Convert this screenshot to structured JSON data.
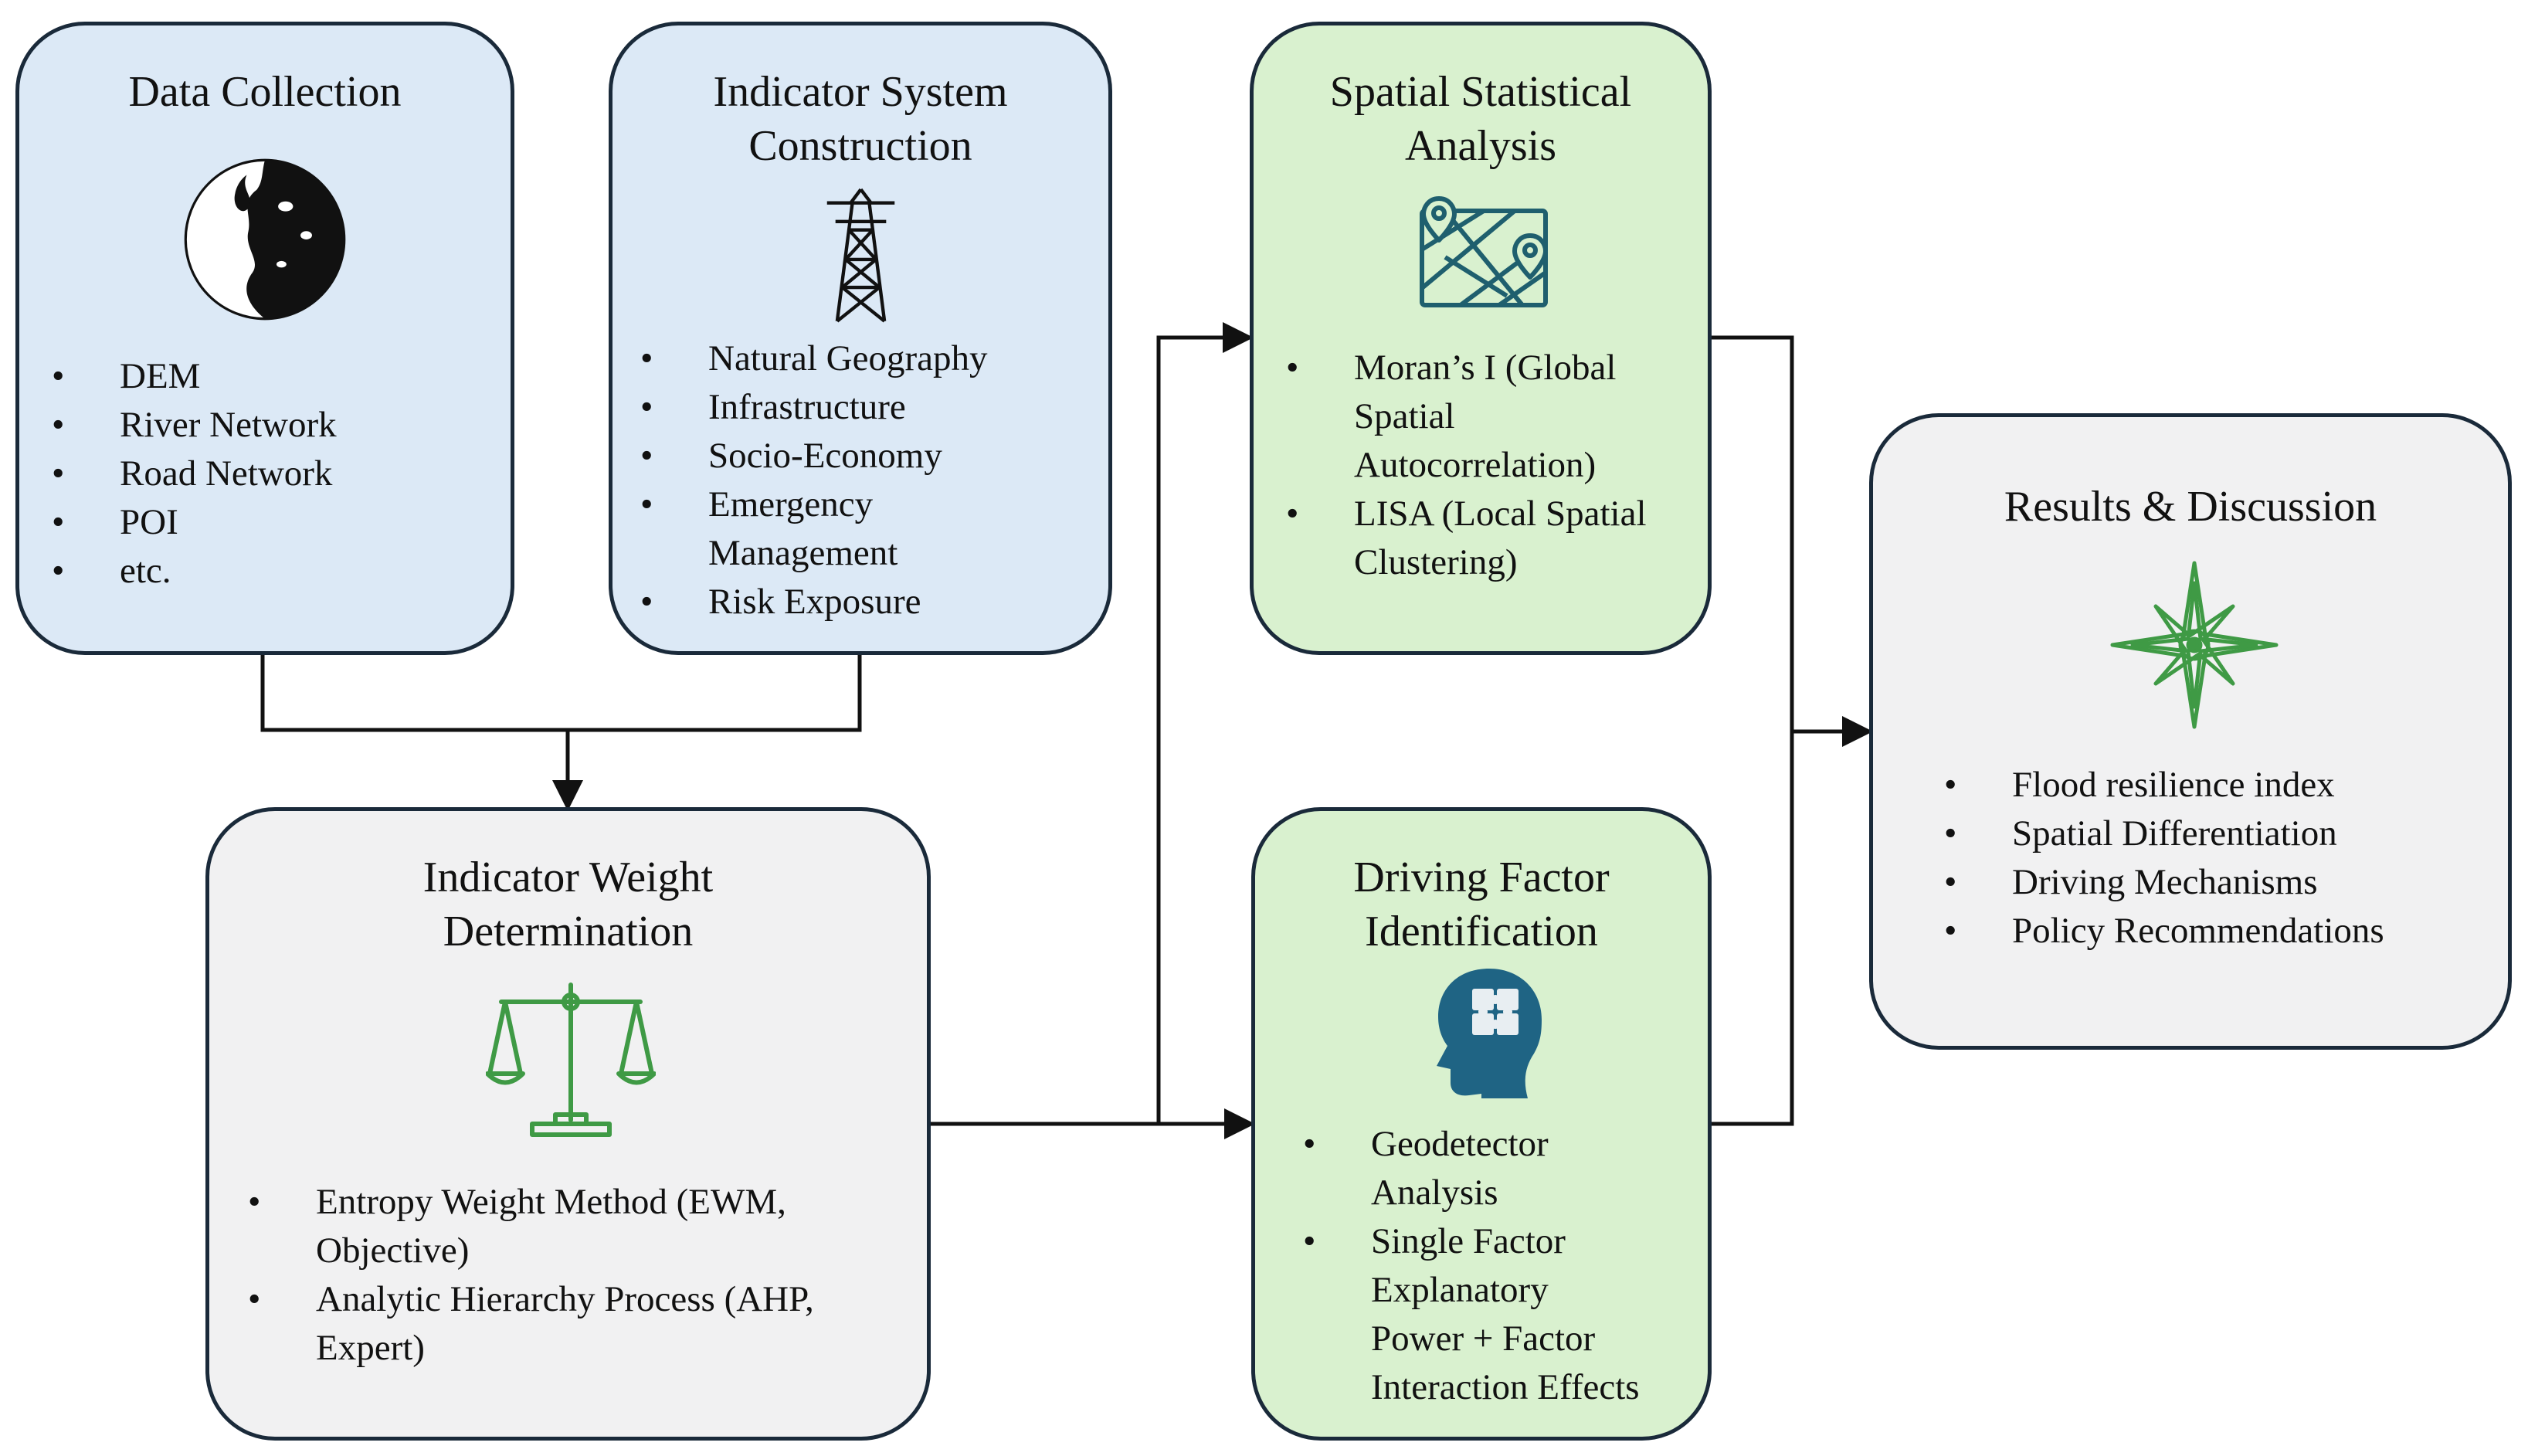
{
  "nodes": {
    "data_collection": {
      "title": "Data Collection",
      "icon": "moon-globe-icon",
      "items": [
        "DEM",
        "River Network",
        "Road Network",
        "POI",
        "etc."
      ]
    },
    "indicator_system": {
      "title_line1": "Indicator System",
      "title_line2": "Construction",
      "icon": "transmission-tower-icon",
      "items": [
        "Natural Geography",
        "Infrastructure",
        "Socio-Economy",
        "Emergency",
        "Management",
        "Risk Exposure"
      ]
    },
    "indicator_weight": {
      "title_line1": "Indicator Weight",
      "title_line2": "Determination",
      "icon": "balance-scale-icon",
      "items": [
        "Entropy Weight Method (EWM,",
        "Objective)",
        "Analytic Hierarchy Process (AHP,",
        "Expert)"
      ]
    },
    "spatial_statistical": {
      "title_line1": "Spatial Statistical",
      "title_line2": "Analysis",
      "icon": "map-pins-icon",
      "items": [
        "Moran’s I (Global",
        "Spatial",
        "Autocorrelation)",
        "LISA (Local Spatial",
        "Clustering)"
      ]
    },
    "driving_factor": {
      "title_line1": "Driving Factor",
      "title_line2": "Identification",
      "icon": "head-puzzle-icon",
      "items": [
        "Geodetector",
        "Analysis",
        "Single Factor",
        "Explanatory",
        "Power + Factor",
        "Interaction Effects"
      ]
    },
    "results": {
      "title": "Results & Discussion",
      "icon": "compass-star-icon",
      "items": [
        "Flood resilience index",
        "Spatial Differentiation",
        "Driving Mechanisms",
        "Policy Recommendations"
      ]
    }
  },
  "colors": {
    "blue_fill": "#dce9f6",
    "green_fill": "#d9f1cf",
    "grey_fill": "#f1f1f2",
    "border": "#1a2a3a",
    "icon_teal": "#1f5f6e",
    "icon_green": "#3f9a45"
  }
}
